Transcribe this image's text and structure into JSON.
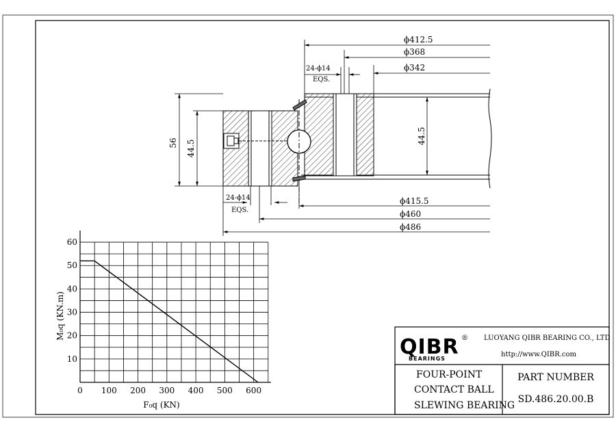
{
  "drawing": {
    "dimensions": {
      "d_412_5": "ϕ412.5",
      "d_368": "ϕ368",
      "d_342": "ϕ342",
      "d_415_5": "ϕ415.5",
      "d_460": "ϕ460",
      "d_486": "ϕ486",
      "height_56": "56",
      "height_44_5_left": "44.5",
      "height_44_5_right": "44.5",
      "holes_top": "24-ϕ14",
      "holes_top_eqs": "EQS.",
      "holes_bottom": "24-ϕ14",
      "holes_bottom_eqs": "EQS."
    }
  },
  "chart_data": {
    "type": "line",
    "xlabel": "F₀q (KN)",
    "ylabel": "M₀q (KN.m)",
    "xlim": [
      0,
      660
    ],
    "ylim": [
      0,
      65
    ],
    "x_ticks": [
      "0",
      "100",
      "200",
      "300",
      "400",
      "500",
      "600"
    ],
    "y_ticks": [
      "10",
      "20",
      "30",
      "40",
      "50",
      "60"
    ],
    "grid": true,
    "x": [
      0,
      50,
      615
    ],
    "y": [
      52,
      52,
      0
    ]
  },
  "title_block": {
    "logo": "QIBR",
    "logo_registered": "®",
    "logo_sub": "BEARINGS",
    "company": "LUOYANG QIBR BEARING CO., LTD",
    "website": "http://www.QIBR.com",
    "product_line1": "FOUR-POINT",
    "product_line2": "CONTACT BALL",
    "product_line3": "SLEWING BEARING",
    "part_number_label": "PART  NUMBER",
    "part_number": "SD.486.20.00.B"
  },
  "colors": {
    "line": "#000000",
    "background": "#ffffff"
  }
}
